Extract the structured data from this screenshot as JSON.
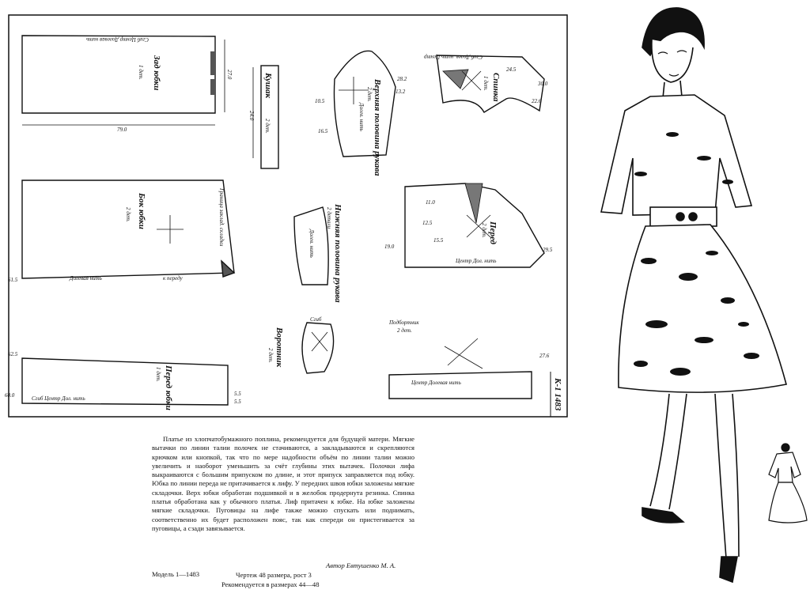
{
  "pieces": {
    "zad_yubki": {
      "title": "Зад юбки",
      "count": "1 дет.",
      "fold": "Сгиб Центр Долевая нить",
      "dim_w": "79.0",
      "dim_h": "27.0"
    },
    "kushak": {
      "title": "Кушак",
      "count": "2 дет.",
      "side": "24.0"
    },
    "rukav": {
      "title": "Верхняя половина рукава",
      "count": "2 дет.",
      "nit": "Долев. нить"
    },
    "spinka": {
      "title": "Спинка",
      "count": "1 дет.",
      "fold": "Сгиб Долев. нить Центр"
    },
    "bok_yubki": {
      "title": "Бок юбки",
      "count": "2 дет.",
      "nit": "Долевая нить",
      "mark": "к переду",
      "fold": "Граница заклад. складки"
    },
    "nizh_rukav": {
      "title": "Нижняя половина рукава",
      "count": "2 детали",
      "nit": "Долев. нить"
    },
    "pered": {
      "title": "Перед",
      "count": "2 дет.",
      "nit": "Центр Дол. нить"
    },
    "vorotnik": {
      "title": "Воротник",
      "count": "2 дет.",
      "fold": "Сгиб"
    },
    "podbortnik": {
      "title": "Подбортник",
      "count": "2 дет.",
      "nit": "Центр Долевая нить"
    },
    "pered_yubki": {
      "title": "Перед юбки",
      "count": "1 дет.",
      "fold": "Сгиб Центр Дол. нить"
    }
  },
  "side_code": "К-1 1483",
  "description": "Платье из хлопчатобумажного поплина, рекомендуется для будущей матери. Мягкие вытачки по линии талии полочек не стачиваются, а закладываются и скрепляются крючком или кнопкой, так что по мере надобности объём по линии талии можно увеличить и наоборот уменьшить за счёт глубины этих вытачек. Полочки лифа выкраиваются с большим припуском по длине, и этот припуск заправляется под юбку. Юбка по линии переда не притачивается к лифу. У передних швов юбки заложены мягкие складочки. Верх юбки обработан подшивкой и в желобок продернута резинка. Спинка платья обработана как у обычного платья. Лиф притачен к юбке. На юбке заложены мягкие складочки. Пуговицы на лифе также можно спускать или поднимать, соответственно их будет расположен пояс, так как спереди он пристегивается за пуговицы, а сзади завязывается.",
  "model": "Модель 1—1483",
  "author": "Автор Евтушенко М. А.",
  "drawing": "Чертеж 48 размера, рост 3",
  "recommended": "Рекомендуется в размерах 44—48",
  "numbers": {
    "n1": "60.0",
    "n2": "62.5",
    "n3": "61.5",
    "n4": "28.2",
    "n5": "13.2",
    "n6": "16.5",
    "n7": "10.5",
    "n8": "30.0",
    "n9": "22.6",
    "n10": "24.5",
    "n11": "19.0",
    "n12": "27.6",
    "n13": "11.0",
    "n14": "12.5",
    "n15": "5.5",
    "n16": "29.5",
    "n17": "15.5",
    "n18": "5.5"
  }
}
